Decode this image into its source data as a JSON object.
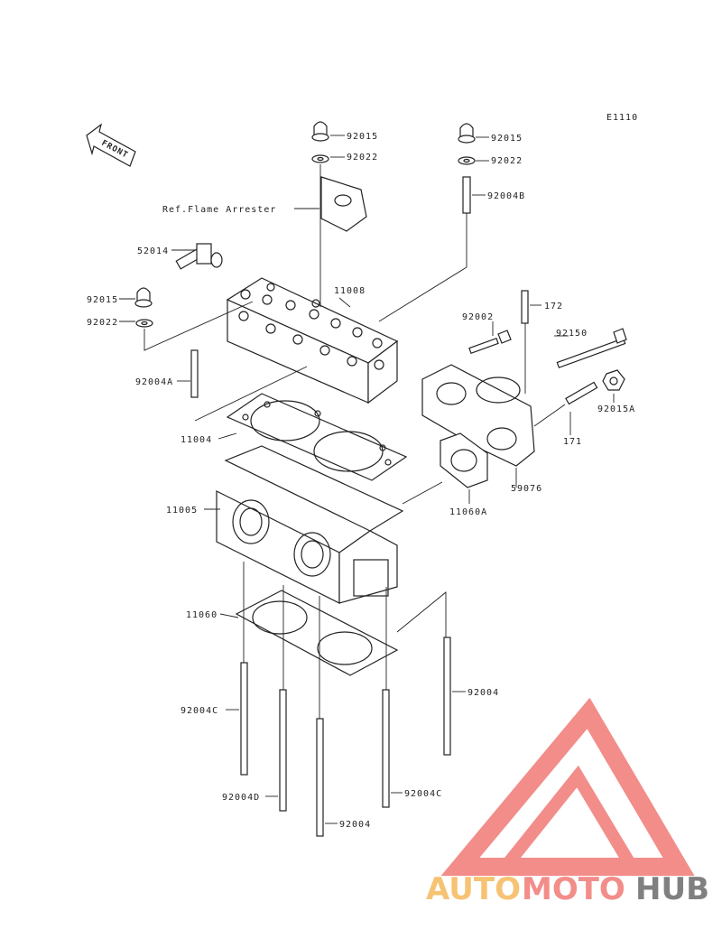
{
  "diagram": {
    "code": "E1110",
    "front_label": "FRONT",
    "parts": {
      "p92015_top": "92015",
      "p92022_top": "92022",
      "ref_flame": "Ref.Flame Arrester",
      "p92015_r": "92015",
      "p92022_r": "92022",
      "p92004B": "92004B",
      "p52014": "52014",
      "p11008": "11008",
      "p92015_l": "92015",
      "p92022_l": "92022",
      "p92004A": "92004A",
      "p172": "172",
      "p92002": "92002",
      "p92150": "92150",
      "p92015A": "92015A",
      "p171": "171",
      "p59076": "59076",
      "p11004": "11004",
      "p11060A": "11060A",
      "p11005": "11005",
      "p11060": "11060",
      "p92004_r": "92004",
      "p92004C_l": "92004C",
      "p92004D": "92004D",
      "p92004C_r": "92004C",
      "p92004_b": "92004"
    }
  },
  "watermark": {
    "part1": "AUTO",
    "part2": "MOTO",
    "part3": "HUB",
    "colors": {
      "part1": "#f5b95c",
      "part2": "#f07a76",
      "part3": "#6b6b6b",
      "triangle": "#f07a76"
    }
  }
}
